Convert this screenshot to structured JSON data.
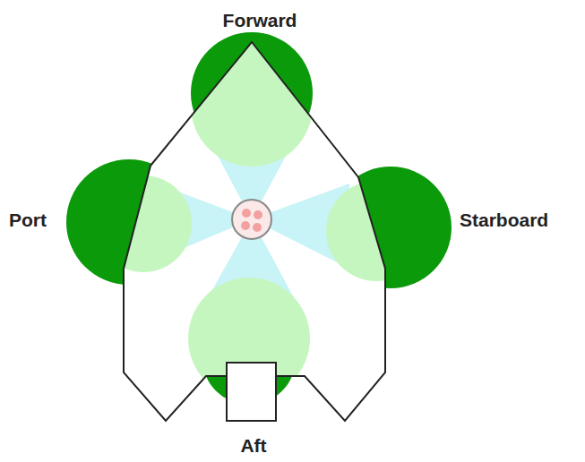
{
  "diagram": {
    "labels": [
      "Forward",
      "Port",
      "Starboard",
      "Aft"
    ]
  }
}
